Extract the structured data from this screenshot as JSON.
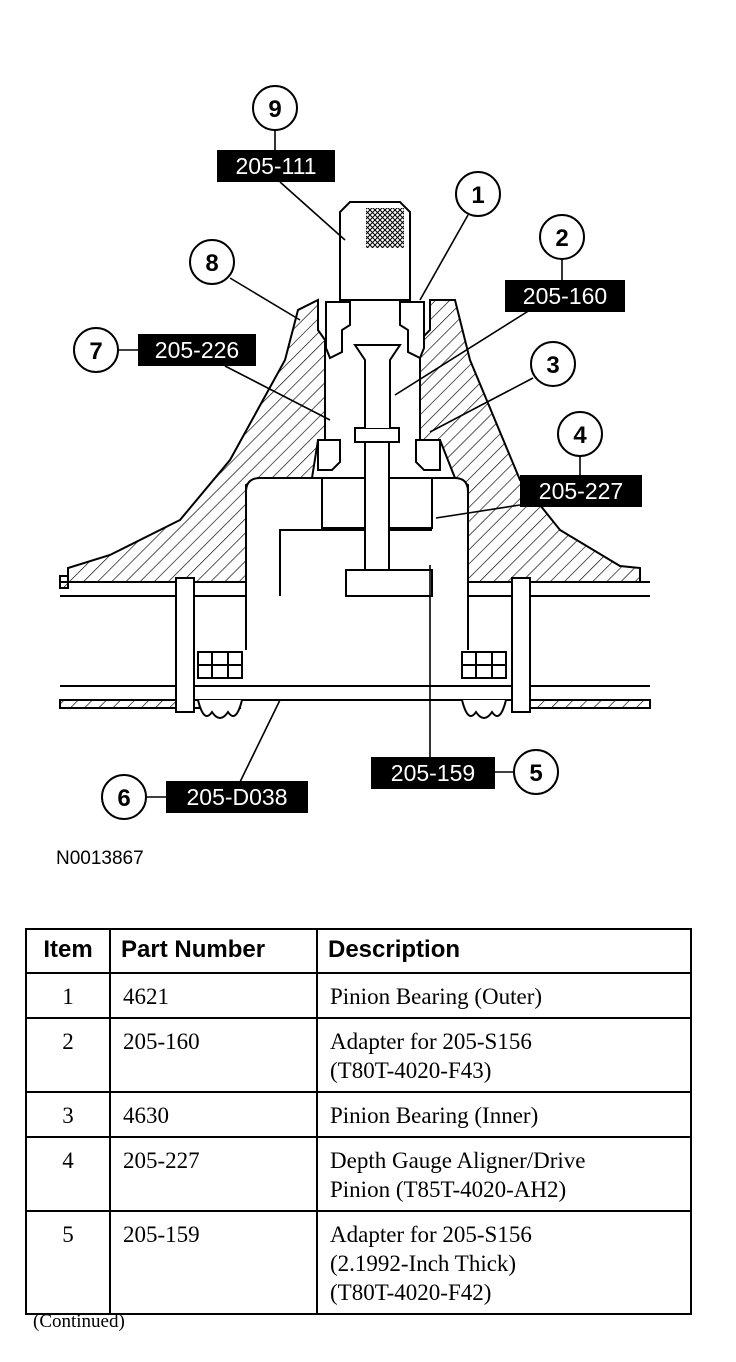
{
  "callouts": [
    {
      "item": "9",
      "tool": "205-111"
    },
    {
      "item": "1",
      "tool": ""
    },
    {
      "item": "2",
      "tool": "205-160"
    },
    {
      "item": "8",
      "tool": ""
    },
    {
      "item": "7",
      "tool": "205-226"
    },
    {
      "item": "3",
      "tool": ""
    },
    {
      "item": "4",
      "tool": "205-227"
    },
    {
      "item": "5",
      "tool": "205-159"
    },
    {
      "item": "6",
      "tool": "205-D038"
    }
  ],
  "figure_id": "N0013867",
  "table": {
    "headers": [
      "Item",
      "Part Number",
      "Description"
    ],
    "rows": [
      {
        "item": "1",
        "part": "4621",
        "desc": [
          "Pinion Bearing (Outer)"
        ]
      },
      {
        "item": "2",
        "part": "205-160",
        "desc": [
          "Adapter for 205-S156",
          "(T80T-4020-F43)"
        ]
      },
      {
        "item": "3",
        "part": "4630",
        "desc": [
          "Pinion Bearing (Inner)"
        ]
      },
      {
        "item": "4",
        "part": "205-227",
        "desc": [
          "Depth Gauge Aligner/Drive",
          "Pinion (T85T-4020-AH2)"
        ]
      },
      {
        "item": "5",
        "part": "205-159",
        "desc": [
          "Adapter for 205-S156",
          "(2.1992-Inch Thick)",
          "(T80T-4020-F42)"
        ]
      }
    ]
  },
  "continued": "(Continued)"
}
